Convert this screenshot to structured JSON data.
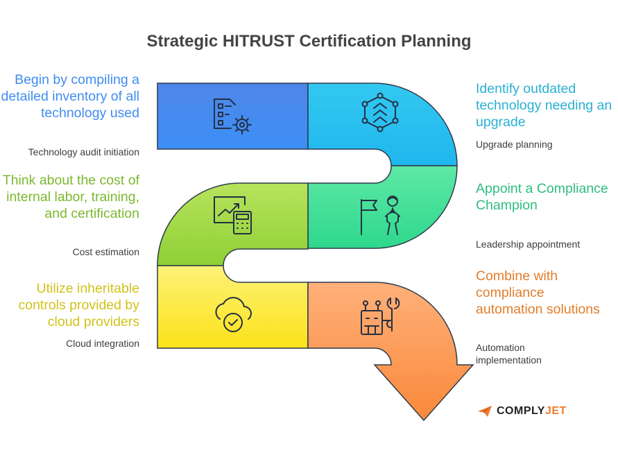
{
  "title": "Strategic HITRUST Certification Planning",
  "steps": [
    {
      "heading": "Begin by compiling a detailed inventory of all technology used",
      "label": "Technology audit initiation",
      "color": "#3f8cf0",
      "icon": "checklist-gear-icon"
    },
    {
      "heading": "Identify outdated technology needing an upgrade",
      "label": "Upgrade planning",
      "color": "#2ab1d3",
      "icon": "network-upgrade-icon"
    },
    {
      "heading": "Think about the cost of internal labor, training, and certification",
      "label": "Cost estimation",
      "color": "#7cb82f",
      "icon": "chart-calculator-icon"
    },
    {
      "heading": "Appoint a Compliance Champion",
      "label": "Leadership appointment",
      "color": "#2fbd7f",
      "icon": "flag-person-icon"
    },
    {
      "heading": "Utilize inheritable controls provided by cloud providers",
      "label": "Cloud integration",
      "color": "#d1c21b",
      "icon": "cloud-check-icon"
    },
    {
      "heading": "Combine with compliance automation solutions",
      "label": "Automation implementation",
      "color": "#e27d2a",
      "icon": "robot-wrench-icon"
    }
  ],
  "brand": {
    "part1": "COMPLY",
    "part2": "JET",
    "icon": "paper-plane-icon"
  }
}
